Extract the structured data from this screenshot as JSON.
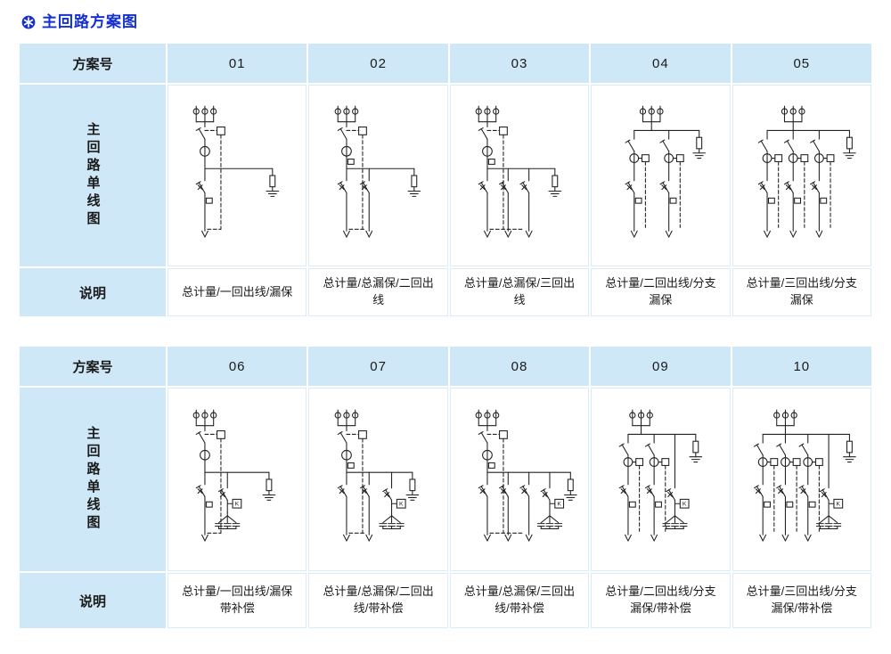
{
  "page": {
    "title": "主回路方案图"
  },
  "colors": {
    "accent": "#1530d2",
    "table_header_bg": "#cfe8f7",
    "cell_border": "#d9edf9",
    "diagram_stroke": "#222222"
  },
  "icons": {
    "title_icon": "star-in-circle-icon"
  },
  "tables": [
    {
      "header_label": "方案号",
      "diagram_label": "主回路单线图",
      "desc_label": "说明",
      "schemes": [
        {
          "no": "01",
          "desc": "总计量/一回出线/漏保",
          "diagram": {
            "type": "A",
            "outgoing": 1,
            "comp": false,
            "leak": "branch"
          }
        },
        {
          "no": "02",
          "desc": "总计量/总漏保/二回出线",
          "diagram": {
            "type": "A",
            "outgoing": 2,
            "comp": false,
            "leak": "main"
          }
        },
        {
          "no": "03",
          "desc": "总计量/总漏保/三回出线",
          "diagram": {
            "type": "A",
            "outgoing": 3,
            "comp": false,
            "leak": "main"
          }
        },
        {
          "no": "04",
          "desc": "总计量/二回出线/分支漏保",
          "diagram": {
            "type": "B",
            "outgoing": 2,
            "comp": false,
            "leak": "branch"
          }
        },
        {
          "no": "05",
          "desc": "总计量/三回出线/分支漏保",
          "diagram": {
            "type": "B",
            "outgoing": 3,
            "comp": false,
            "leak": "branch"
          }
        }
      ]
    },
    {
      "header_label": "方案号",
      "diagram_label": "主回路单线图",
      "desc_label": "说明",
      "schemes": [
        {
          "no": "06",
          "desc": "总计量/一回出线/漏保带补偿",
          "diagram": {
            "type": "A",
            "outgoing": 1,
            "comp": true,
            "leak": "branch"
          }
        },
        {
          "no": "07",
          "desc": "总计量/总漏保/二回出线/带补偿",
          "diagram": {
            "type": "A",
            "outgoing": 2,
            "comp": true,
            "leak": "main"
          }
        },
        {
          "no": "08",
          "desc": "总计量/总漏保/三回出线/带补偿",
          "diagram": {
            "type": "A",
            "outgoing": 3,
            "comp": true,
            "leak": "main"
          }
        },
        {
          "no": "09",
          "desc": "总计量/二回出线/分支漏保/带补偿",
          "diagram": {
            "type": "B",
            "outgoing": 2,
            "comp": true,
            "leak": "branch"
          }
        },
        {
          "no": "10",
          "desc": "总计量/三回出线/分支漏保/带补偿",
          "diagram": {
            "type": "B",
            "outgoing": 3,
            "comp": true,
            "leak": "branch"
          }
        }
      ]
    }
  ]
}
